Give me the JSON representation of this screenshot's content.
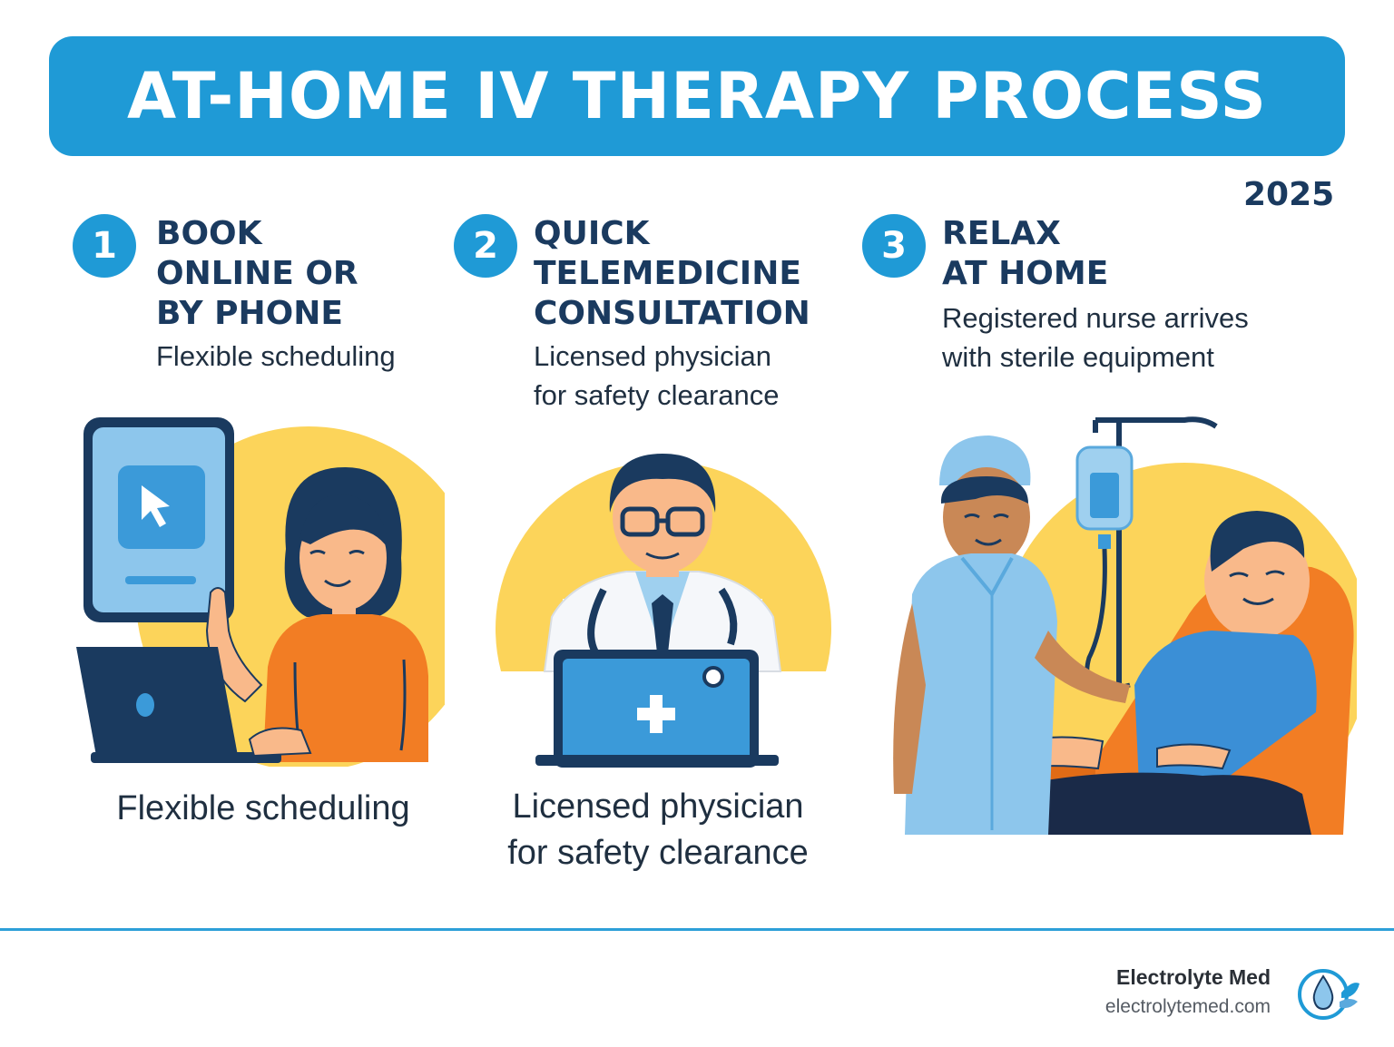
{
  "header": {
    "title": "AT-HOME IV THERAPY PROCESS",
    "year": "2025"
  },
  "steps": [
    {
      "number": "1",
      "title_lines": [
        "BOOK",
        "ONLINE OR",
        "BY PHONE"
      ],
      "subtitle_lines": [
        "Flexible scheduling"
      ],
      "caption_lines": [
        "Flexible scheduling"
      ]
    },
    {
      "number": "2",
      "title_lines": [
        "QUICK",
        "TELEMEDICINE",
        "CONSULTATION"
      ],
      "subtitle_lines": [
        "Licensed physician",
        "for safety clearance"
      ],
      "caption_lines": [
        "Licensed physician",
        "for safety clearance"
      ]
    },
    {
      "number": "3",
      "title_lines": [
        "RELAX",
        "AT HOME"
      ],
      "subtitle_lines": [
        "Registered nurse arrives",
        "with sterile equipment"
      ]
    }
  ],
  "footer": {
    "brand": "Electrolyte Med",
    "url": "electrolytemed.com"
  },
  "colors": {
    "primary": "#1f9ad6",
    "navy": "#1a3a5f",
    "yellow": "#fcd45a",
    "orange": "#f27d24"
  }
}
